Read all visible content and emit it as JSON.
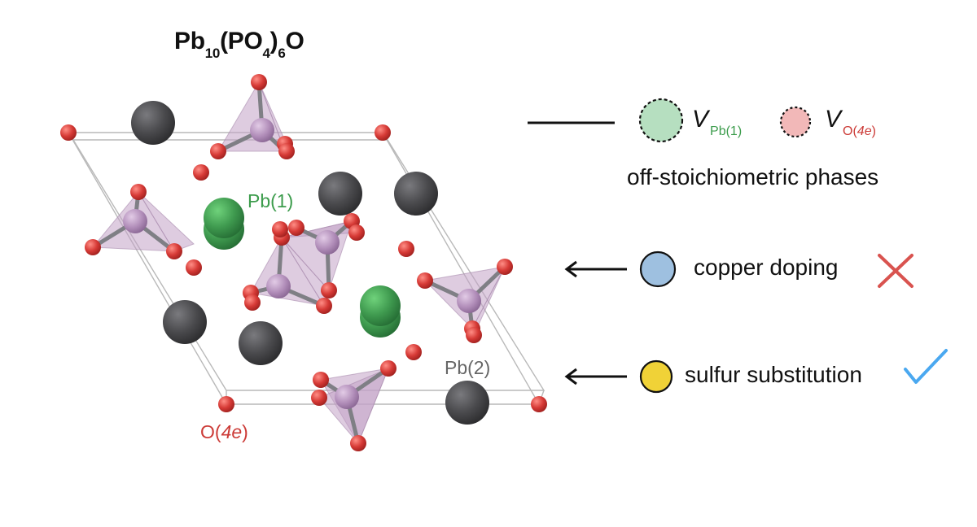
{
  "title": {
    "prefix": "Pb",
    "sub1": "10",
    "mid": "(PO",
    "sub2": "4",
    "close": ")",
    "sub3": "6",
    "suffix": "O"
  },
  "labels": {
    "pb1": "Pb(1)",
    "pb2": "Pb(2)",
    "o4e_prefix": "O(",
    "o4e_italic": "4e",
    "o4e_suffix": ")"
  },
  "legend": {
    "vacancy_symbol": "V",
    "vpb_sub": "Pb(1)",
    "vo_sub_prefix": "O(",
    "vo_sub_italic": "4e",
    "vo_sub_suffix": ")",
    "offstoich_caption": "off-stoichiometric phases",
    "copper_label": "copper doping",
    "sulfur_label": "sulfur substitution",
    "copper_result_icon": "cross-icon",
    "sulfur_result_icon": "check-icon"
  },
  "colors": {
    "pb1_green": "#3f9a4f",
    "pb2_gray": "#4a4a4d",
    "oxygen_red": "#d63a36",
    "phosphorus_purple": "#b08cb8",
    "tetra_fill": "#c3a3c6",
    "vpb_fill": "#b6dfc0",
    "vo_fill": "#f2b8b8",
    "copper_fill": "#9ec0e0",
    "sulfur_fill": "#f0d237",
    "cross_red": "#d9534f",
    "check_blue": "#4aa8f0",
    "label_green": "#3c9c4c",
    "label_red": "#cc3b37",
    "label_gray": "#666666"
  }
}
